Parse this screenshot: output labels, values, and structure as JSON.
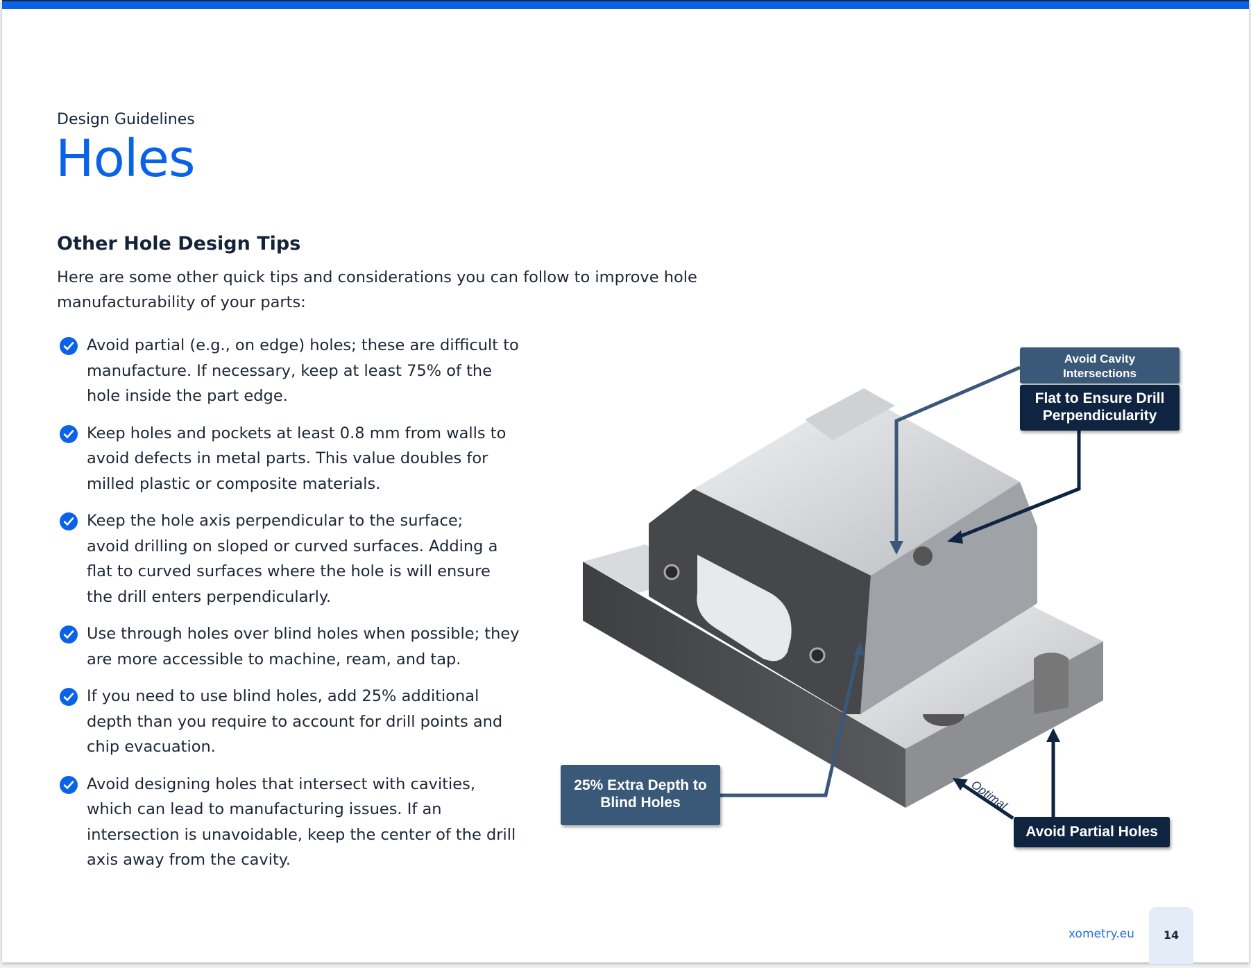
{
  "header": {
    "eyebrow": "Design Guidelines",
    "title": "Holes"
  },
  "section": {
    "heading": "Other Hole Design Tips",
    "intro": "Here are some other quick tips and considerations you can follow to improve hole manufacturability of your parts:",
    "tips": [
      "Avoid partial (e.g., on edge) holes; these are difficult to manufacture. If necessary, keep at least 75% of the hole inside the part edge.",
      "Keep holes and pockets at least 0.8 mm from walls to avoid defects in metal parts. This value doubles for milled plastic or composite materials.",
      "Keep the hole axis perpendicular to the surface; avoid drilling on sloped or curved surfaces. Adding a flat to curved surfaces where the hole is will ensure the drill enters perpendicularly.",
      "Use through holes over blind holes when possible; they are more accessible to machine, ream, and tap.",
      "If you need to use blind holes, add 25% additional depth than you require to account for drill points and chip evacuation.",
      "Avoid designing holes that intersect with cavities, which can lead to manufacturing issues. If an intersection is unavoidable, keep the center of the drill axis away from the cavity."
    ]
  },
  "figure": {
    "callouts": {
      "cavity": "Avoid Cavity Intersections",
      "flat": "Flat to Ensure Drill Perpendicularity",
      "depth": "25% Extra Depth to Blind Holes",
      "partial": "Avoid Partial Holes",
      "optimal": "Optimal"
    }
  },
  "footer": {
    "site": "xometry.eu",
    "page": "14"
  },
  "colors": {
    "accent": "#0a63e6",
    "navy": "#0f2440",
    "callout": "#3a5878"
  }
}
